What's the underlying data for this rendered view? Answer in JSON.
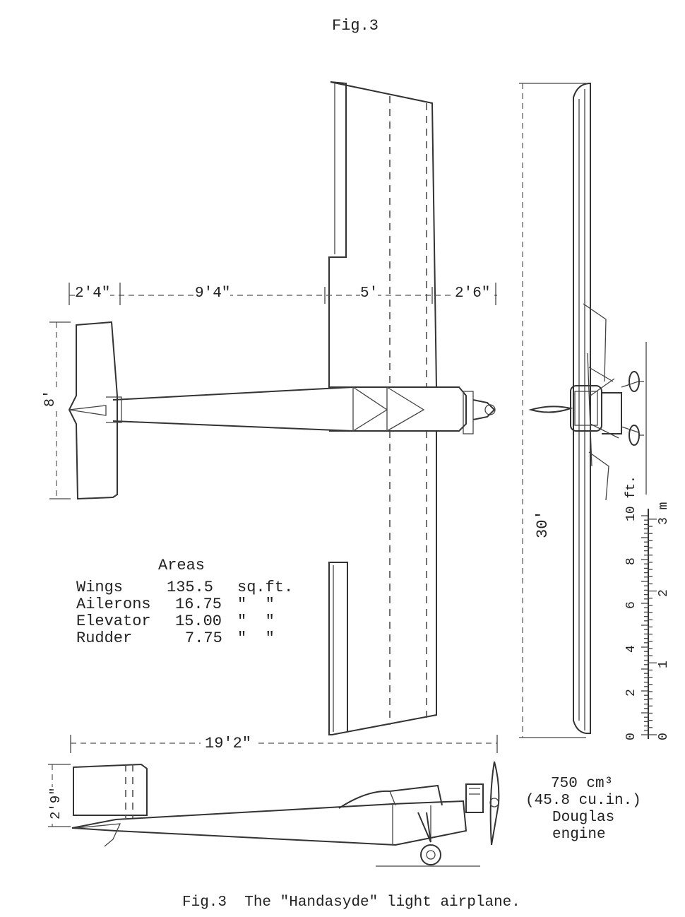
{
  "header": {
    "title": "Fig.3"
  },
  "dimensions": {
    "tail_span": "2'4\"",
    "tail_to_wing": "9'4\"",
    "wing_chord": "5'",
    "nose_length": "2'6\"",
    "tail_width": "8'",
    "wingspan": "30'",
    "overall_length": "19'2\"",
    "rudder_height": "2'9\""
  },
  "areas": {
    "heading": "Areas",
    "rows": [
      {
        "part": "Wings",
        "value": "135.5",
        "unit": "sq.ft."
      },
      {
        "part": "Ailerons",
        "value": "16.75",
        "unit": "\"  \""
      },
      {
        "part": "Elevator",
        "value": "15.00",
        "unit": "\"  \""
      },
      {
        "part": "Rudder",
        "value": "7.75",
        "unit": "\"  \""
      }
    ]
  },
  "scale": {
    "feet_labels": [
      "0",
      "2",
      "4",
      "6",
      "8",
      "10 ft."
    ],
    "meter_labels": [
      "0",
      "1",
      "2",
      "3 m"
    ]
  },
  "engine": {
    "line1": "750 cm³",
    "line2": "(45.8 cu.in.)",
    "line3": "Douglas",
    "line4": "engine"
  },
  "caption": "Fig.3  The \"Handasyde\" light airplane."
}
